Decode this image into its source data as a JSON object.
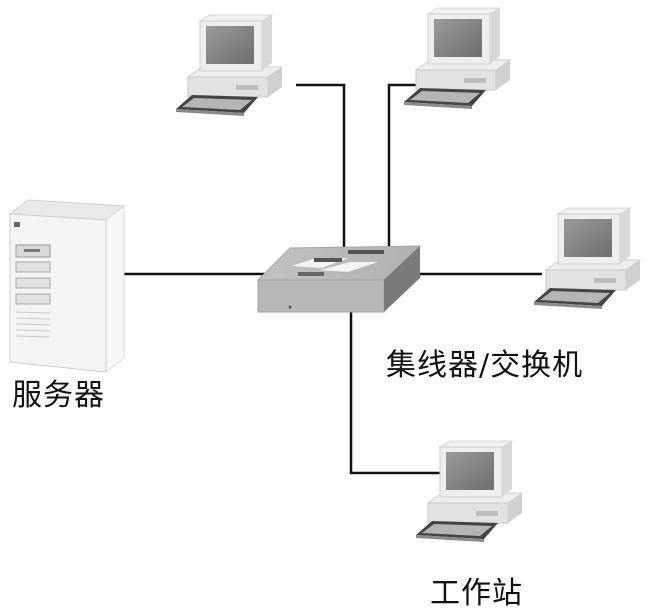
{
  "diagram": {
    "type": "star-network-topology",
    "labels": {
      "server": "服务器",
      "hub": "集线器/交换机",
      "workstation": "工作站"
    },
    "nodes": [
      {
        "id": "server",
        "kind": "server-icon"
      },
      {
        "id": "hub",
        "kind": "hub-switch-icon"
      },
      {
        "id": "pc-top-left",
        "kind": "workstation-icon"
      },
      {
        "id": "pc-top-right",
        "kind": "workstation-icon"
      },
      {
        "id": "pc-right",
        "kind": "workstation-icon"
      },
      {
        "id": "pc-bottom",
        "kind": "workstation-icon"
      }
    ],
    "links": [
      {
        "from": "hub",
        "to": "server"
      },
      {
        "from": "hub",
        "to": "pc-top-left"
      },
      {
        "from": "hub",
        "to": "pc-top-right"
      },
      {
        "from": "hub",
        "to": "pc-right"
      },
      {
        "from": "hub",
        "to": "pc-bottom"
      }
    ],
    "colors": {
      "line": "#111111",
      "device_light": "#e6e6e6",
      "device_mid": "#bdbdbd",
      "device_dark": "#6f6f6f",
      "screen": "#8a8a8a"
    }
  }
}
